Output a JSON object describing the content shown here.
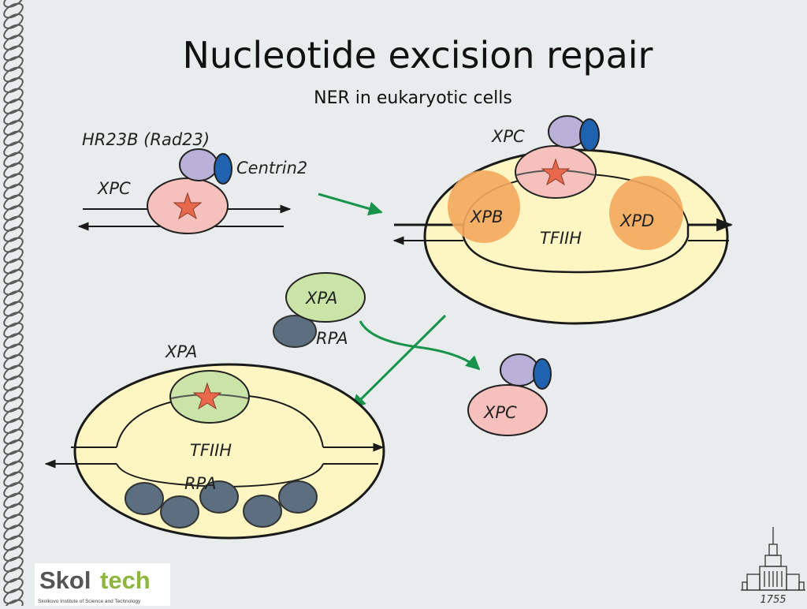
{
  "slide": {
    "title": "Nucleotide excision repair",
    "subtitle": "NER in eukaryotic cells"
  },
  "labels": {
    "hr23b": "HR23B (Rad23)",
    "centrin2": "Centrin2",
    "xpc_step1": "XPC",
    "xpc_step2": "XPC",
    "xpb": "XPB",
    "xpd": "XPD",
    "tfiih_step2": "TFIIH",
    "xpa_free": "XPA",
    "rpa_free": "RPA",
    "xpa_step3": "XPA",
    "tfiih_step3": "TFIIH",
    "rpa_step3": "RPA",
    "xpc_released": "XPC"
  },
  "logo": {
    "name_part1": "Skol",
    "name_part2": "tech",
    "tagline": "Skolkovo Institute of Science and Technology",
    "accent_color": "#8cb63c"
  },
  "emblem": {
    "year": "1755"
  },
  "colors": {
    "background": "#e8ecec",
    "xpc_fill": "#f6c0bc",
    "hr23b_fill": "#b9b1d8",
    "centrin_fill": "#1f62b0",
    "tfiih_fill": "#fdf6c2",
    "xpb_xpd_fill": "#f4a95e",
    "xpa_fill": "#c9e4a6",
    "rpa_fill": "#5c6f80",
    "arrow": "#17934b",
    "lesion_star": "#e8684c"
  }
}
